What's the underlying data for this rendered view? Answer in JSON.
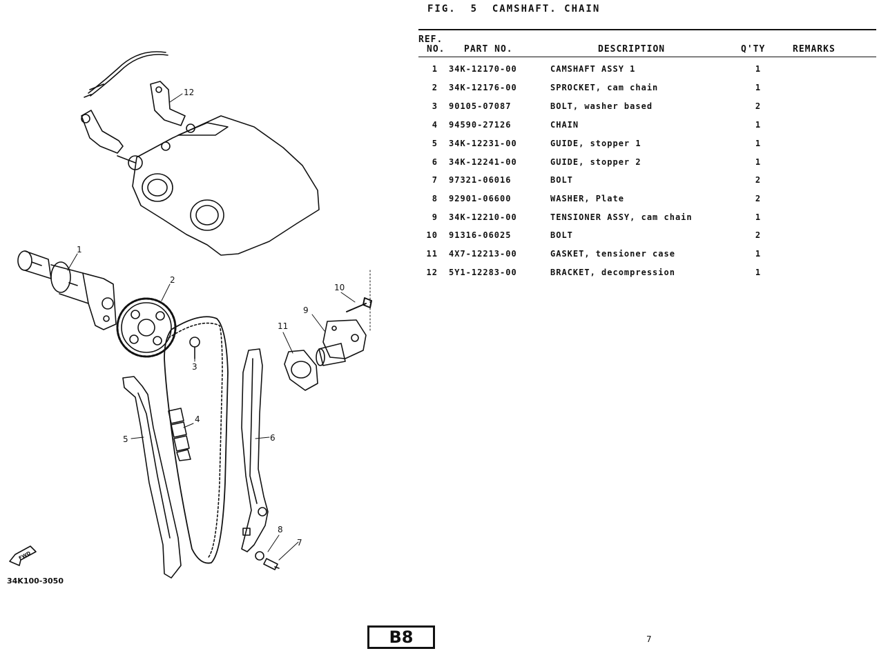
{
  "figure_title": "FIG.  5  CAMSHAFT. CHAIN",
  "table": {
    "headers": {
      "ref_line1": "REF.",
      "ref_line2": "NO.",
      "part_no": "PART NO.",
      "description": "DESCRIPTION",
      "qty": "Q'TY",
      "remarks": "REMARKS"
    },
    "rows": [
      {
        "ref": "1",
        "part": "34K-12170-00",
        "desc": "CAMSHAFT ASSY 1",
        "qty": "1"
      },
      {
        "ref": "2",
        "part": "34K-12176-00",
        "desc": "SPROCKET, cam chain",
        "qty": "1"
      },
      {
        "ref": "3",
        "part": "90105-07087",
        "desc": "BOLT, washer based",
        "qty": "2"
      },
      {
        "ref": "4",
        "part": "94590-27126",
        "desc": "CHAIN",
        "qty": "1"
      },
      {
        "ref": "5",
        "part": "34K-12231-00",
        "desc": "GUIDE, stopper 1",
        "qty": "1"
      },
      {
        "ref": "6",
        "part": "34K-12241-00",
        "desc": "GUIDE, stopper 2",
        "qty": "1"
      },
      {
        "ref": "7",
        "part": "97321-06016",
        "desc": "BOLT",
        "qty": "2"
      },
      {
        "ref": "8",
        "part": "92901-06600",
        "desc": "WASHER, Plate",
        "qty": "2"
      },
      {
        "ref": "9",
        "part": "34K-12210-00",
        "desc": "TENSIONER ASSY, cam chain",
        "qty": "1"
      },
      {
        "ref": "10",
        "part": "91316-06025",
        "desc": "BOLT",
        "qty": "2"
      },
      {
        "ref": "11",
        "part": "4X7-12213-00",
        "desc": "GASKET, tensioner case",
        "qty": "1"
      },
      {
        "ref": "12",
        "part": "5Y1-12283-00",
        "desc": "BRACKET, decompression",
        "qty": "1"
      }
    ]
  },
  "diagram": {
    "callouts": [
      "1",
      "2",
      "3",
      "4",
      "5",
      "6",
      "7",
      "8",
      "9",
      "10",
      "11",
      "12"
    ],
    "fwd_label": "FWD",
    "code": "34K100-3050"
  },
  "page_box": "B8",
  "page_number": "7"
}
